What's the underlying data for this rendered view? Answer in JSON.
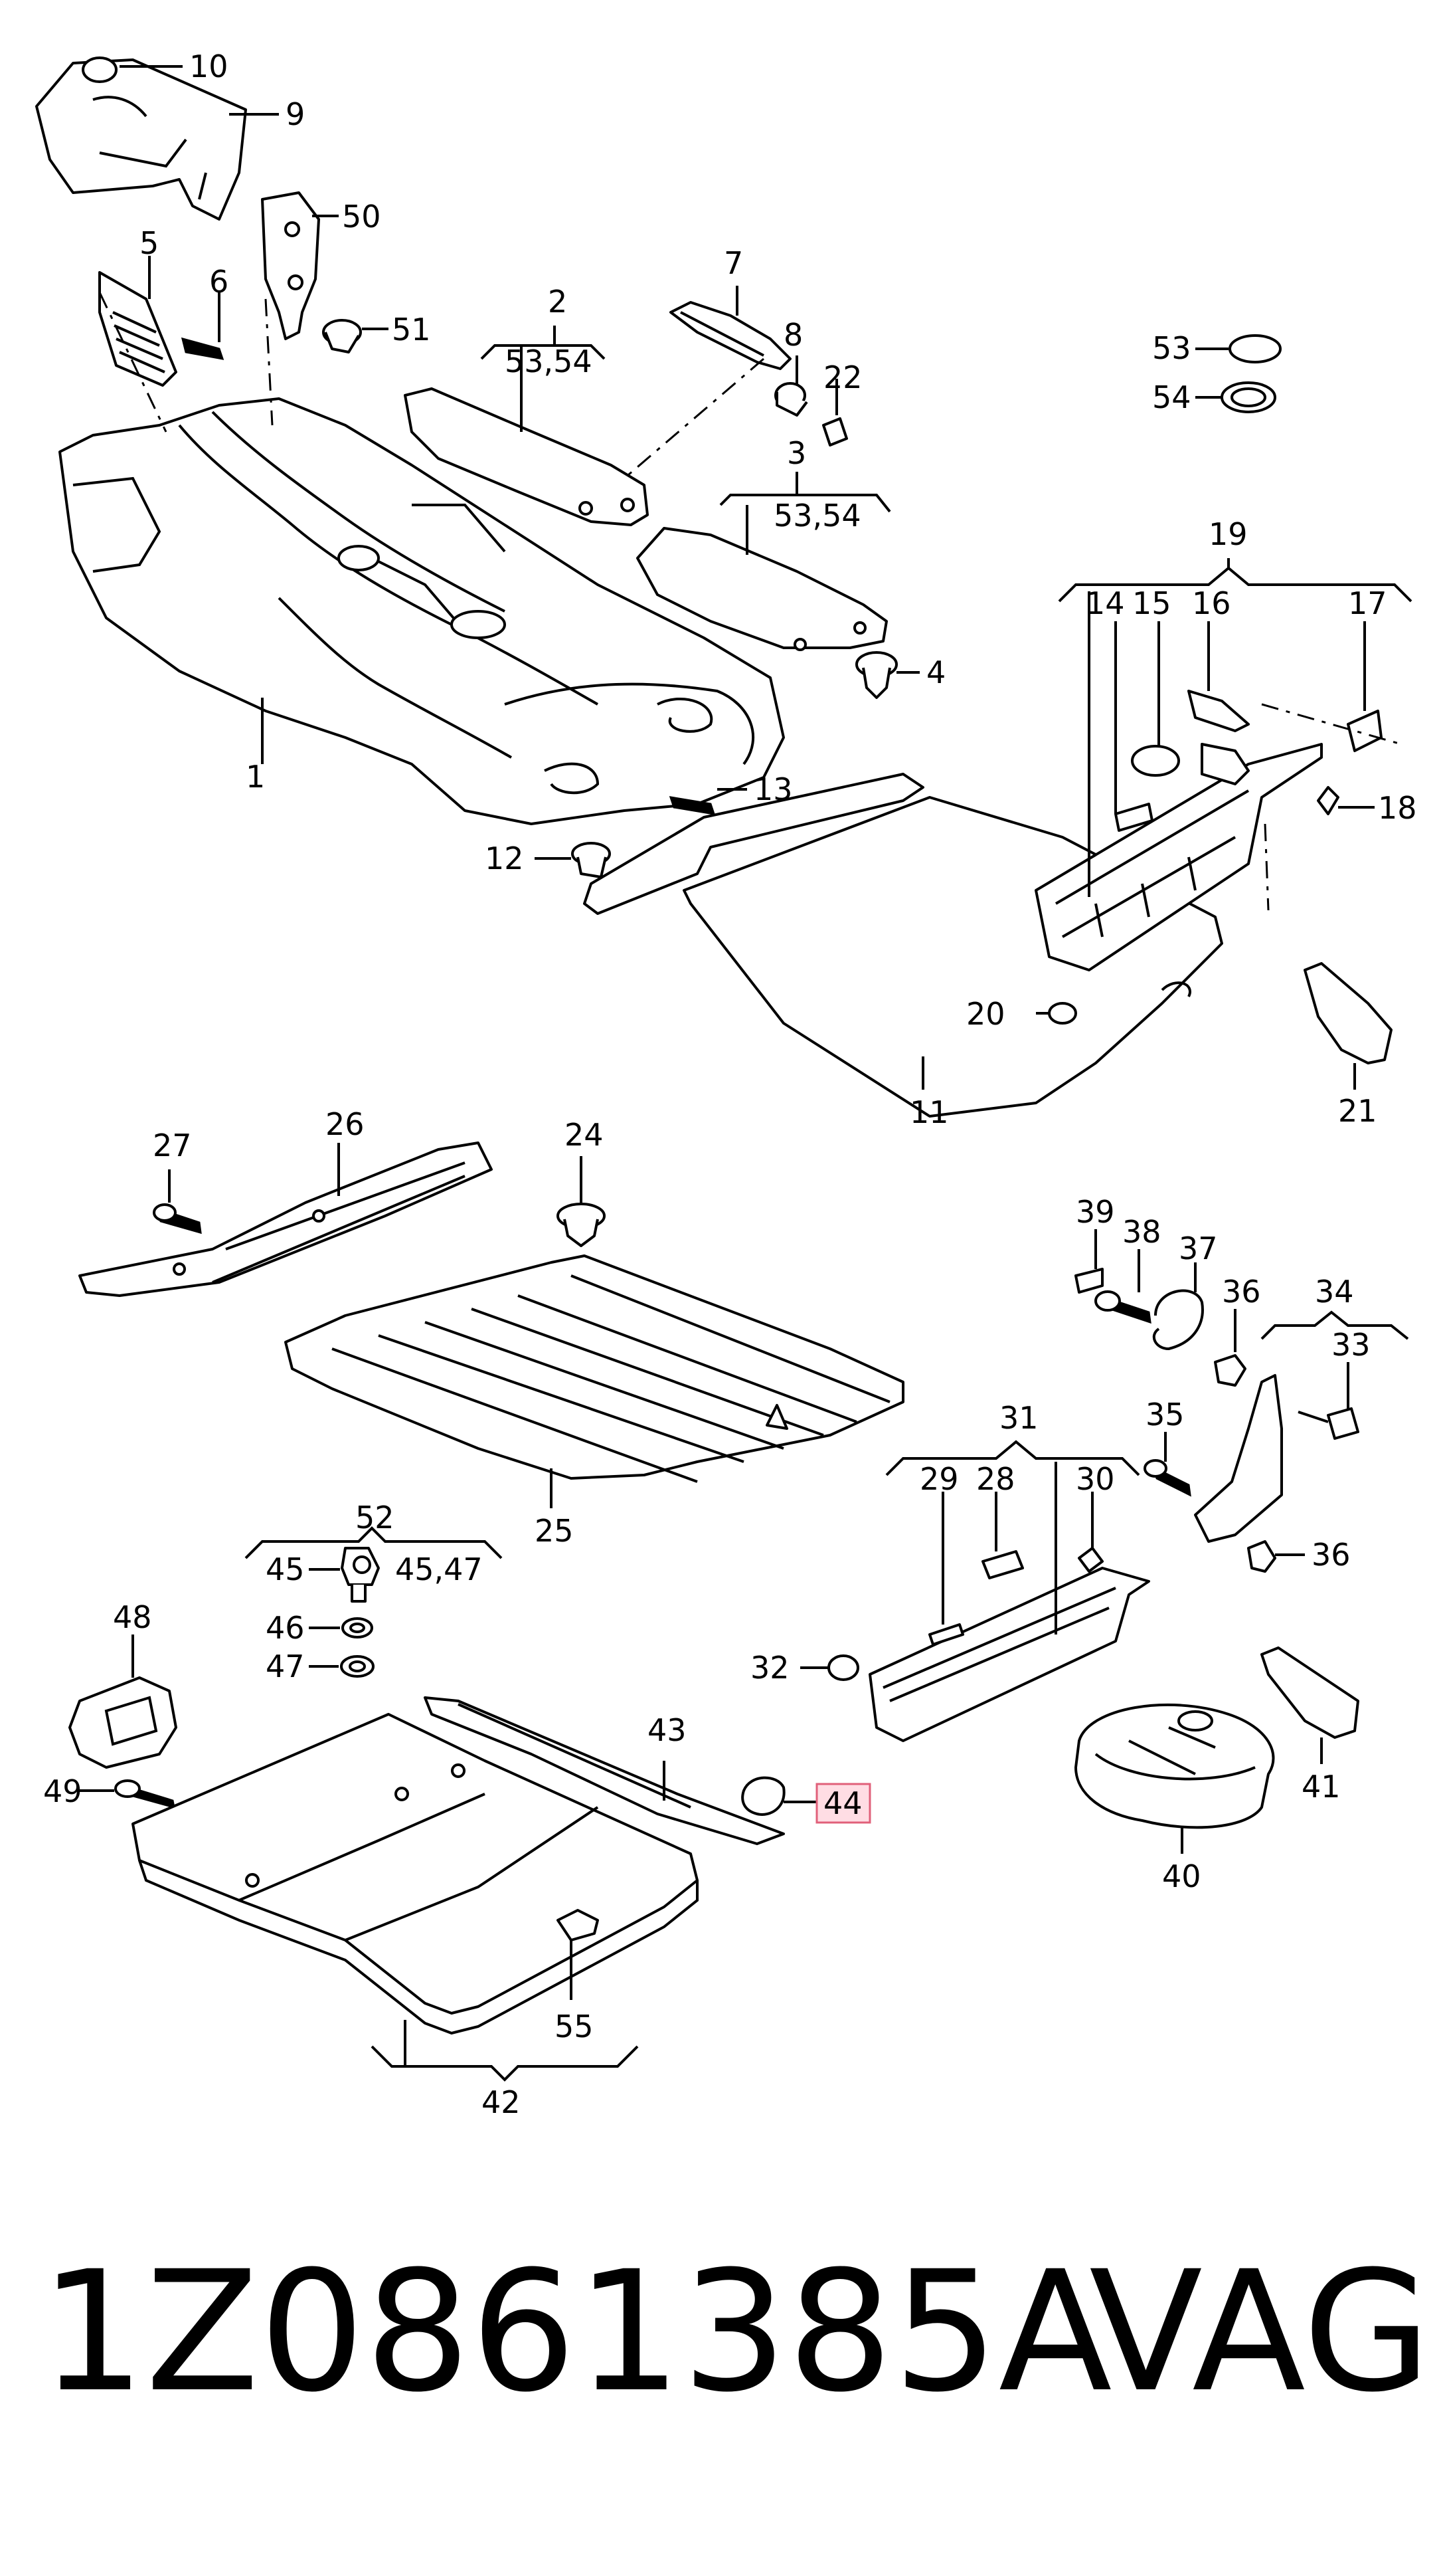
{
  "labels": {
    "l10": "10",
    "l9": "9",
    "l50": "50",
    "l5": "5",
    "l6": "6",
    "l51": "51",
    "l7": "7",
    "l2": "2",
    "l53_54a": "53,54",
    "l8": "8",
    "l22": "22",
    "l3": "3",
    "l53_54b": "53,54",
    "l53": "53",
    "l54": "54",
    "l4": "4",
    "l1": "1",
    "l13": "13",
    "l12": "12",
    "l19": "19",
    "l14": "14",
    "l15": "15",
    "l16": "16",
    "l17": "17",
    "l18": "18",
    "l20": "20",
    "l11": "11",
    "l21": "21",
    "l27": "27",
    "l26": "26",
    "l24": "24",
    "l25": "25",
    "l39": "39",
    "l38": "38",
    "l37": "37",
    "l36a": "36",
    "l34": "34",
    "l33": "33",
    "l35": "35",
    "l36b": "36",
    "l31": "31",
    "l29": "29",
    "l28": "28",
    "l30": "30",
    "l32": "32",
    "l41": "41",
    "l40": "40",
    "l52": "52",
    "l45": "45",
    "l45_47": "45,47",
    "l46": "46",
    "l47": "47",
    "l48": "48",
    "l49": "49",
    "l43": "43",
    "l44": "44",
    "l55": "55",
    "l42": "42"
  },
  "footer": {
    "part_number": "1Z0861385A",
    "brand": "VAG"
  },
  "highlight_color": "#ffdde4"
}
